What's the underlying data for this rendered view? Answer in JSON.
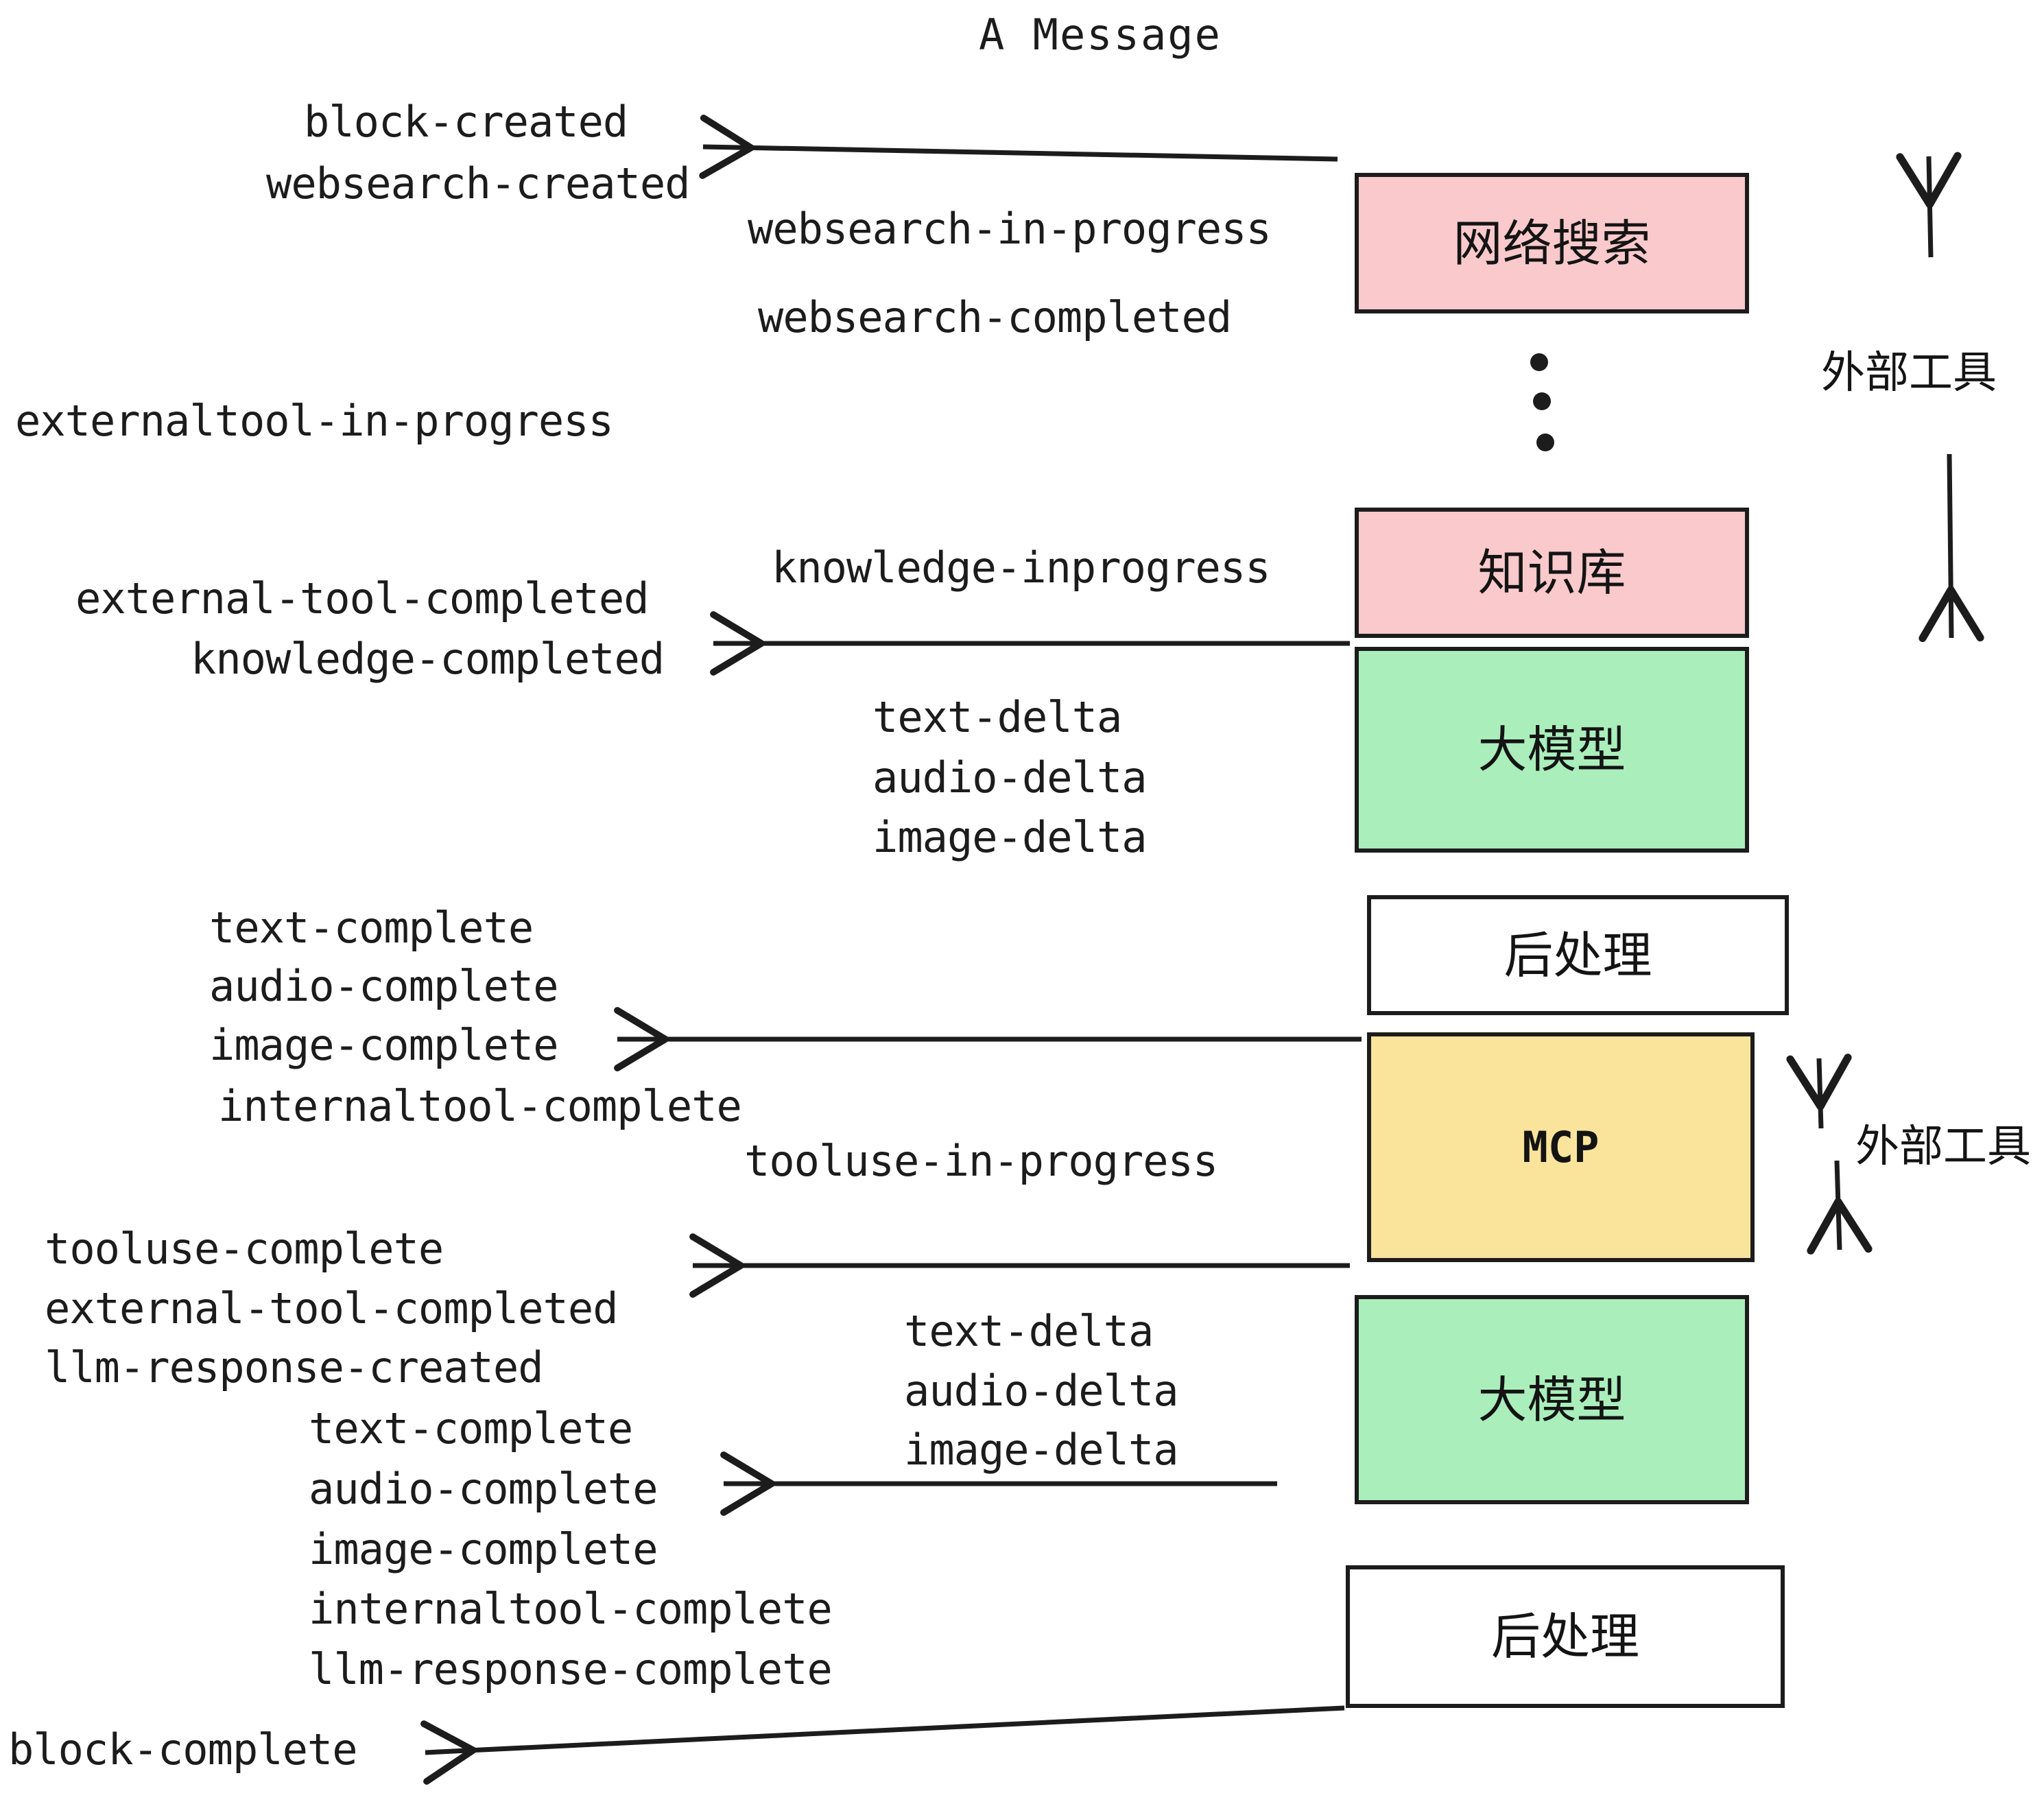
{
  "title": "A Message",
  "nodes": [
    {
      "id": "websearch",
      "label": "网络搜索",
      "color": "#f9c9cb",
      "kind": "cn"
    },
    {
      "id": "knowledge",
      "label": "知识库",
      "color": "#f9c9cb",
      "kind": "cn"
    },
    {
      "id": "llm-1",
      "label": "大模型",
      "color": "#aaeebb",
      "kind": "cn"
    },
    {
      "id": "postprocess-1",
      "label": "后处理",
      "color": "#ffffff",
      "kind": "cn"
    },
    {
      "id": "mcp",
      "label": "MCP",
      "color": "#fae49c",
      "kind": "mono"
    },
    {
      "id": "llm-2",
      "label": "大模型",
      "color": "#aaeebb",
      "kind": "cn"
    },
    {
      "id": "postprocess-2",
      "label": "后处理",
      "color": "#ffffff",
      "kind": "cn"
    }
  ],
  "side_labels": [
    {
      "id": "external-tools-top",
      "text": "外部工具"
    },
    {
      "id": "external-tools-bottom",
      "text": "外部工具"
    }
  ],
  "events": [
    {
      "id": "block-created",
      "text": "block-created"
    },
    {
      "id": "websearch-created",
      "text": "websearch-created"
    },
    {
      "id": "websearch-in-progress",
      "text": "websearch-in-progress"
    },
    {
      "id": "websearch-completed",
      "text": "websearch-completed"
    },
    {
      "id": "externaltool-in-progress",
      "text": "externaltool-in-progress"
    },
    {
      "id": "knowledge-inprogress",
      "text": "knowledge-inprogress"
    },
    {
      "id": "external-tool-completed-1",
      "text": "external-tool-completed"
    },
    {
      "id": "knowledge-completed",
      "text": "knowledge-completed"
    },
    {
      "id": "text-delta-1",
      "text": "text-delta"
    },
    {
      "id": "audio-delta-1",
      "text": "audio-delta"
    },
    {
      "id": "image-delta-1",
      "text": "image-delta"
    },
    {
      "id": "text-complete-1",
      "text": "text-complete"
    },
    {
      "id": "audio-complete-1",
      "text": "audio-complete"
    },
    {
      "id": "image-complete-1",
      "text": "image-complete"
    },
    {
      "id": "internaltool-complete-1",
      "text": "internaltool-complete"
    },
    {
      "id": "tooluse-in-progress",
      "text": "tooluse-in-progress"
    },
    {
      "id": "tooluse-complete",
      "text": "tooluse-complete"
    },
    {
      "id": "external-tool-completed-2",
      "text": "external-tool-completed"
    },
    {
      "id": "llm-response-created",
      "text": "llm-response-created"
    },
    {
      "id": "text-delta-2",
      "text": "text-delta"
    },
    {
      "id": "audio-delta-2",
      "text": "audio-delta"
    },
    {
      "id": "image-delta-2",
      "text": "image-delta"
    },
    {
      "id": "text-complete-2",
      "text": "text-complete"
    },
    {
      "id": "audio-complete-2",
      "text": "audio-complete"
    },
    {
      "id": "image-complete-2",
      "text": "image-complete"
    },
    {
      "id": "internaltool-complete-2",
      "text": "internaltool-complete"
    },
    {
      "id": "llm-response-complete",
      "text": "llm-response-complete"
    },
    {
      "id": "block-complete",
      "text": "block-complete"
    }
  ],
  "colors": {
    "pink": "#f9c9cb",
    "green": "#aaeebb",
    "yellow": "#fae49c",
    "white": "#ffffff",
    "stroke": "#1c1c1c",
    "background": "#ffffff"
  }
}
